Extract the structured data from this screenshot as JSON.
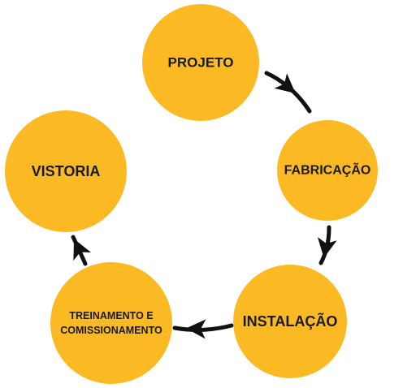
{
  "colors": {
    "node_fill": "#FBBA24",
    "arrow": "#111111",
    "text": "#1a1a1a",
    "background": "#ffffff"
  },
  "nodes": [
    {
      "id": "projeto",
      "lines": [
        "PROJETO"
      ]
    },
    {
      "id": "fabricacao",
      "lines": [
        "FABRICAÇÃO"
      ]
    },
    {
      "id": "instalacao",
      "lines": [
        "INSTALAÇÃO"
      ]
    },
    {
      "id": "treinamento",
      "lines": [
        "TREINAMENTO E",
        "COMISSIONAMENTO"
      ]
    },
    {
      "id": "vistoria",
      "lines": [
        "VISTORIA"
      ]
    }
  ],
  "edges": [
    {
      "from": "projeto",
      "to": "fabricacao"
    },
    {
      "from": "fabricacao",
      "to": "instalacao"
    },
    {
      "from": "instalacao",
      "to": "treinamento"
    },
    {
      "from": "treinamento",
      "to": "vistoria"
    }
  ]
}
